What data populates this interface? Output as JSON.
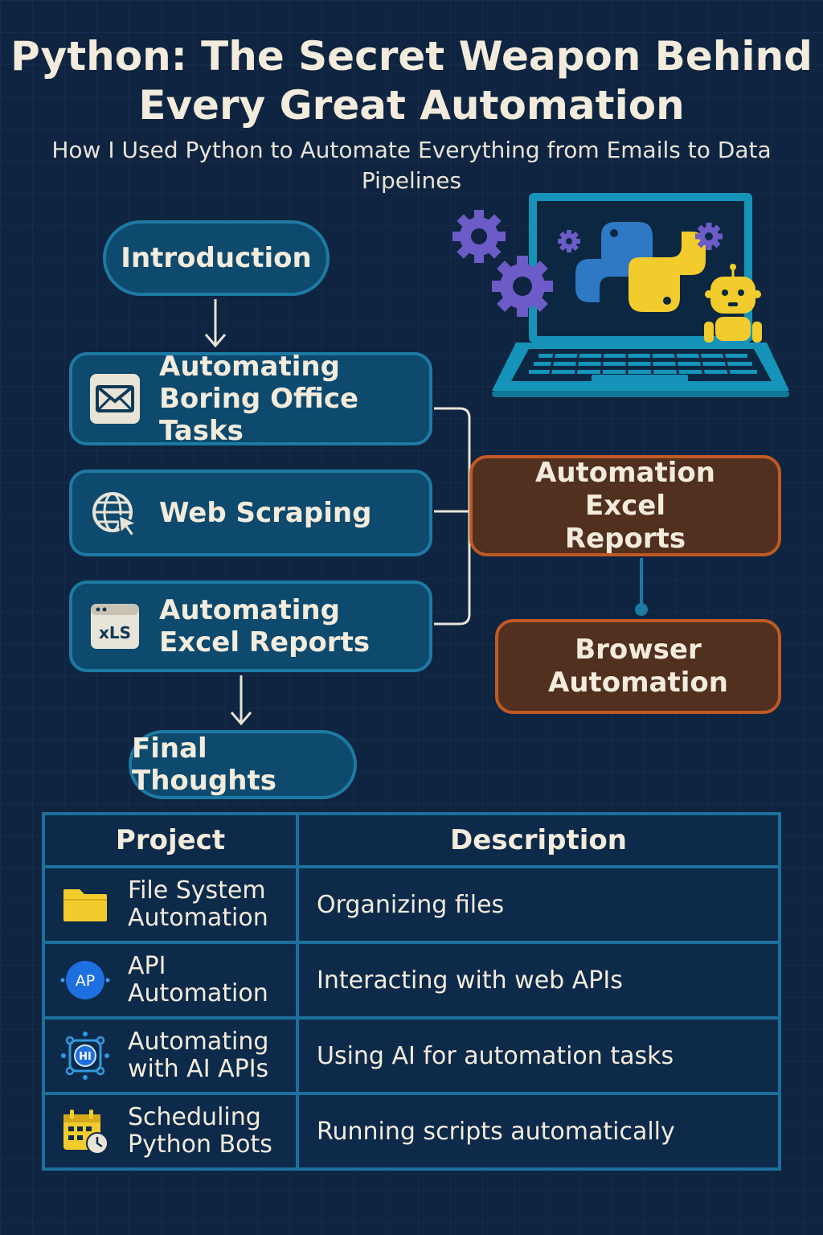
{
  "header": {
    "title_line1": "Python: The Secret Weapon Behind",
    "title_line2": "Every Great Automation",
    "subtitle": "How I Used Python to Automate Everything from Emails to Data Pipelines"
  },
  "flow": {
    "start": "Introduction",
    "steps": [
      {
        "label": "Automating Boring Office Tasks",
        "icon": "envelope-icon"
      },
      {
        "label": "Web Scraping",
        "icon": "globe-cursor-icon"
      },
      {
        "label": "Automating Excel Reports",
        "icon": "xls-icon",
        "icon_text": "xLS"
      }
    ],
    "end": "Final Thoughts",
    "side": [
      {
        "label": "Automation Excel Reports"
      },
      {
        "label": "Browser Automation"
      }
    ]
  },
  "illustration": {
    "elements": [
      "laptop",
      "python-logo-icon",
      "gear-icon",
      "robot-icon"
    ]
  },
  "table": {
    "headers": [
      "Project",
      "Description"
    ],
    "rows": [
      {
        "project": "File System Automation",
        "description": "Organizing files",
        "icon": "folder-icon"
      },
      {
        "project": "API Automation",
        "description": "Interacting with web APIs",
        "icon": "api-badge-icon",
        "icon_text": "AP"
      },
      {
        "project": "Automating with AI APIs",
        "description": "Using AI for automation tasks",
        "icon": "ai-chip-icon",
        "icon_text": "HI"
      },
      {
        "project": "Scheduling Python Bots",
        "description": "Running scripts automatically",
        "icon": "calendar-clock-icon"
      }
    ]
  },
  "colors": {
    "background": "#0f2440",
    "box_fill": "#0e4a6e",
    "box_border": "#1d7aa3",
    "side_fill": "#52301f",
    "side_border": "#c05a24",
    "text": "#f3ecdc"
  }
}
